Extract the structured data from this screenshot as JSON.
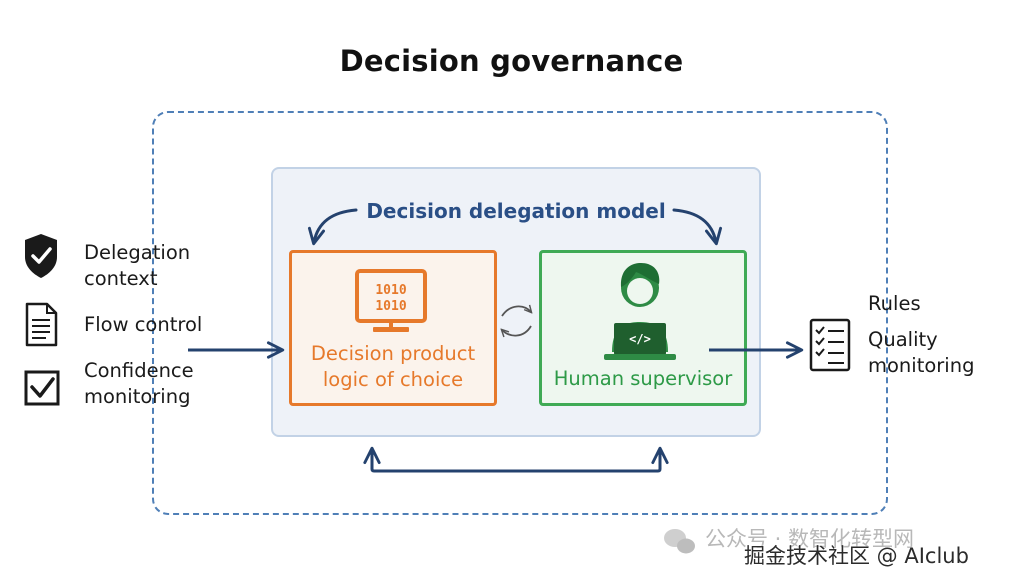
{
  "title": "Decision governance",
  "model_label": "Decision delegation model",
  "decision_box": {
    "line1": "Decision product",
    "line2": "logic of choice",
    "monitor_bits_1": "1010",
    "monitor_bits_2": "1010"
  },
  "supervisor_box": {
    "label": "Human supervisor",
    "laptop_code": "</>"
  },
  "left_items": [
    {
      "line1": "Delegation",
      "line2": "context",
      "icon": "shield-check-icon"
    },
    {
      "line1": "Flow control",
      "icon": "document-icon"
    },
    {
      "line1": "Confidence",
      "line2": "monitoring",
      "icon": "checkbox-icon"
    }
  ],
  "right_items": [
    {
      "line1": "Rules"
    },
    {
      "line1": "Quality",
      "line2": "monitoring",
      "icon": "checklist-icon"
    }
  ],
  "watermark": {
    "line1": "公众号 · 数智化转型网",
    "line2": "掘金技术社区 @ AIclub"
  },
  "colors": {
    "dash_blue": "#4f7fb7",
    "arrow_navy": "#24426e",
    "orange": "#e6792b",
    "green": "#3faa55",
    "panel_bg": "#eef2f8"
  }
}
